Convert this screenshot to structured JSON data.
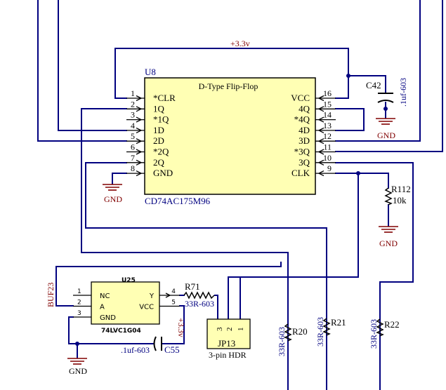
{
  "nets": {
    "vcc_label": "+3.3v",
    "vcc_rot_label": "+3.3v",
    "buf_label": "BUF23",
    "gnd": "GND"
  },
  "u8": {
    "refdes": "U8",
    "title": "D-Type Flip-Flop",
    "part": "CD74AC175M96",
    "left_pins": [
      {
        "num": "1",
        "name": "*CLR"
      },
      {
        "num": "2",
        "name": "1Q"
      },
      {
        "num": "3",
        "name": "*1Q"
      },
      {
        "num": "4",
        "name": "1D"
      },
      {
        "num": "5",
        "name": "2D"
      },
      {
        "num": "6",
        "name": "*2Q"
      },
      {
        "num": "7",
        "name": "2Q"
      },
      {
        "num": "8",
        "name": "GND"
      }
    ],
    "right_pins": [
      {
        "num": "16",
        "name": "VCC"
      },
      {
        "num": "15",
        "name": "4Q"
      },
      {
        "num": "14",
        "name": "*4Q"
      },
      {
        "num": "13",
        "name": "4D"
      },
      {
        "num": "12",
        "name": "3D"
      },
      {
        "num": "11",
        "name": "*3Q"
      },
      {
        "num": "10",
        "name": "3Q"
      },
      {
        "num": "9",
        "name": "CLK"
      }
    ]
  },
  "u25": {
    "refdes": "U25",
    "part": "74LVC1G04",
    "left_pins": [
      {
        "num": "1",
        "name": "NC"
      },
      {
        "num": "2",
        "name": "A"
      },
      {
        "num": "3",
        "name": "GND"
      }
    ],
    "right_pins": [
      {
        "num": "4",
        "name": "Y"
      },
      {
        "num": "5",
        "name": "VCC"
      }
    ]
  },
  "c42": {
    "refdes": "C42",
    "value": ".1uf-603"
  },
  "c55": {
    "refdes": "C55",
    "value": ".1uf-603"
  },
  "r71": {
    "refdes": "R71",
    "value": "33R-603"
  },
  "r112": {
    "refdes": "R112",
    "value": "10k"
  },
  "r20": {
    "refdes": "R20",
    "value": "33R-603"
  },
  "r21": {
    "refdes": "R21",
    "value": "33R-603"
  },
  "r22": {
    "refdes": "R22",
    "value": "33R-603"
  },
  "jp13": {
    "refdes": "JP13",
    "value": "3-pin HDR",
    "pins": [
      "3",
      "2",
      "1"
    ]
  }
}
